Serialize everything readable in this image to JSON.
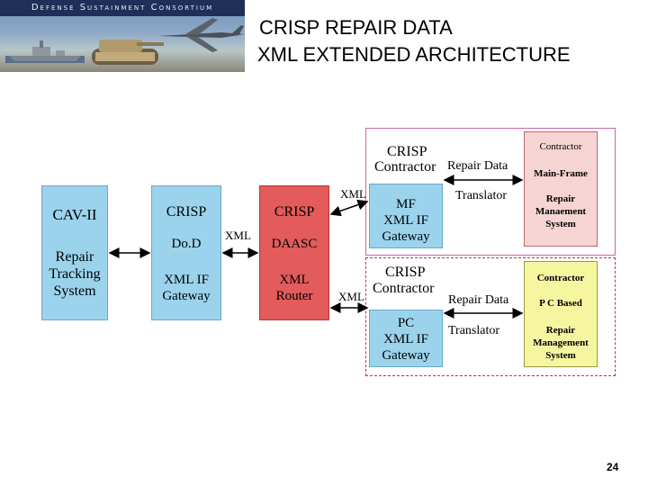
{
  "header": {
    "banner_text": "Defense Sustainment Consortium",
    "title_line1": "CRISP REPAIR DATA",
    "title_line2": "XML EXTENDED ARCHITECTURE"
  },
  "diagram": {
    "cav": {
      "title": "CAV-II",
      "line1": "Repair",
      "line2": "Tracking",
      "line3": "System"
    },
    "dod": {
      "line1": "CRISP",
      "line2": "Do.D",
      "line3": "XML IF",
      "line4": "Gateway"
    },
    "daasc": {
      "line1": "CRISP",
      "line2": "DAASC",
      "line3": "XML",
      "line4": "Router"
    },
    "xml_label_left": "XML",
    "xml_label_top": "XML",
    "xml_label_bottom": "XML",
    "top_contractor": {
      "crisp": "CRISP",
      "contractor": "Contractor",
      "repair_data": "Repair Data",
      "translator": "Translator",
      "gateway_line1": "MF",
      "gateway_line2": "XML IF",
      "gateway_line3": "Gateway",
      "box_title": "Contractor",
      "box_platform": "Main-Frame",
      "box_line1": "Repair",
      "box_line2": "Manaement",
      "box_line3": "System"
    },
    "bottom_contractor": {
      "crisp": "CRISP",
      "contractor": "Contractor",
      "repair_data": "Repair Data",
      "translator": "Translator",
      "gateway_line1": "PC",
      "gateway_line2": "XML IF",
      "gateway_line3": "Gateway",
      "box_title": "Contractor",
      "box_platform": "P C Based",
      "box_line1": "Repair",
      "box_line2": "Management",
      "box_line3": "System"
    }
  },
  "footer": {
    "page_number": "24"
  },
  "colors": {
    "legacy_box": "#9bd3ec",
    "daasc_box": "#e35b5b",
    "contractor_mainframe_box": "#f6d4d4",
    "contractor_pc_box": "#f6f6a0"
  }
}
